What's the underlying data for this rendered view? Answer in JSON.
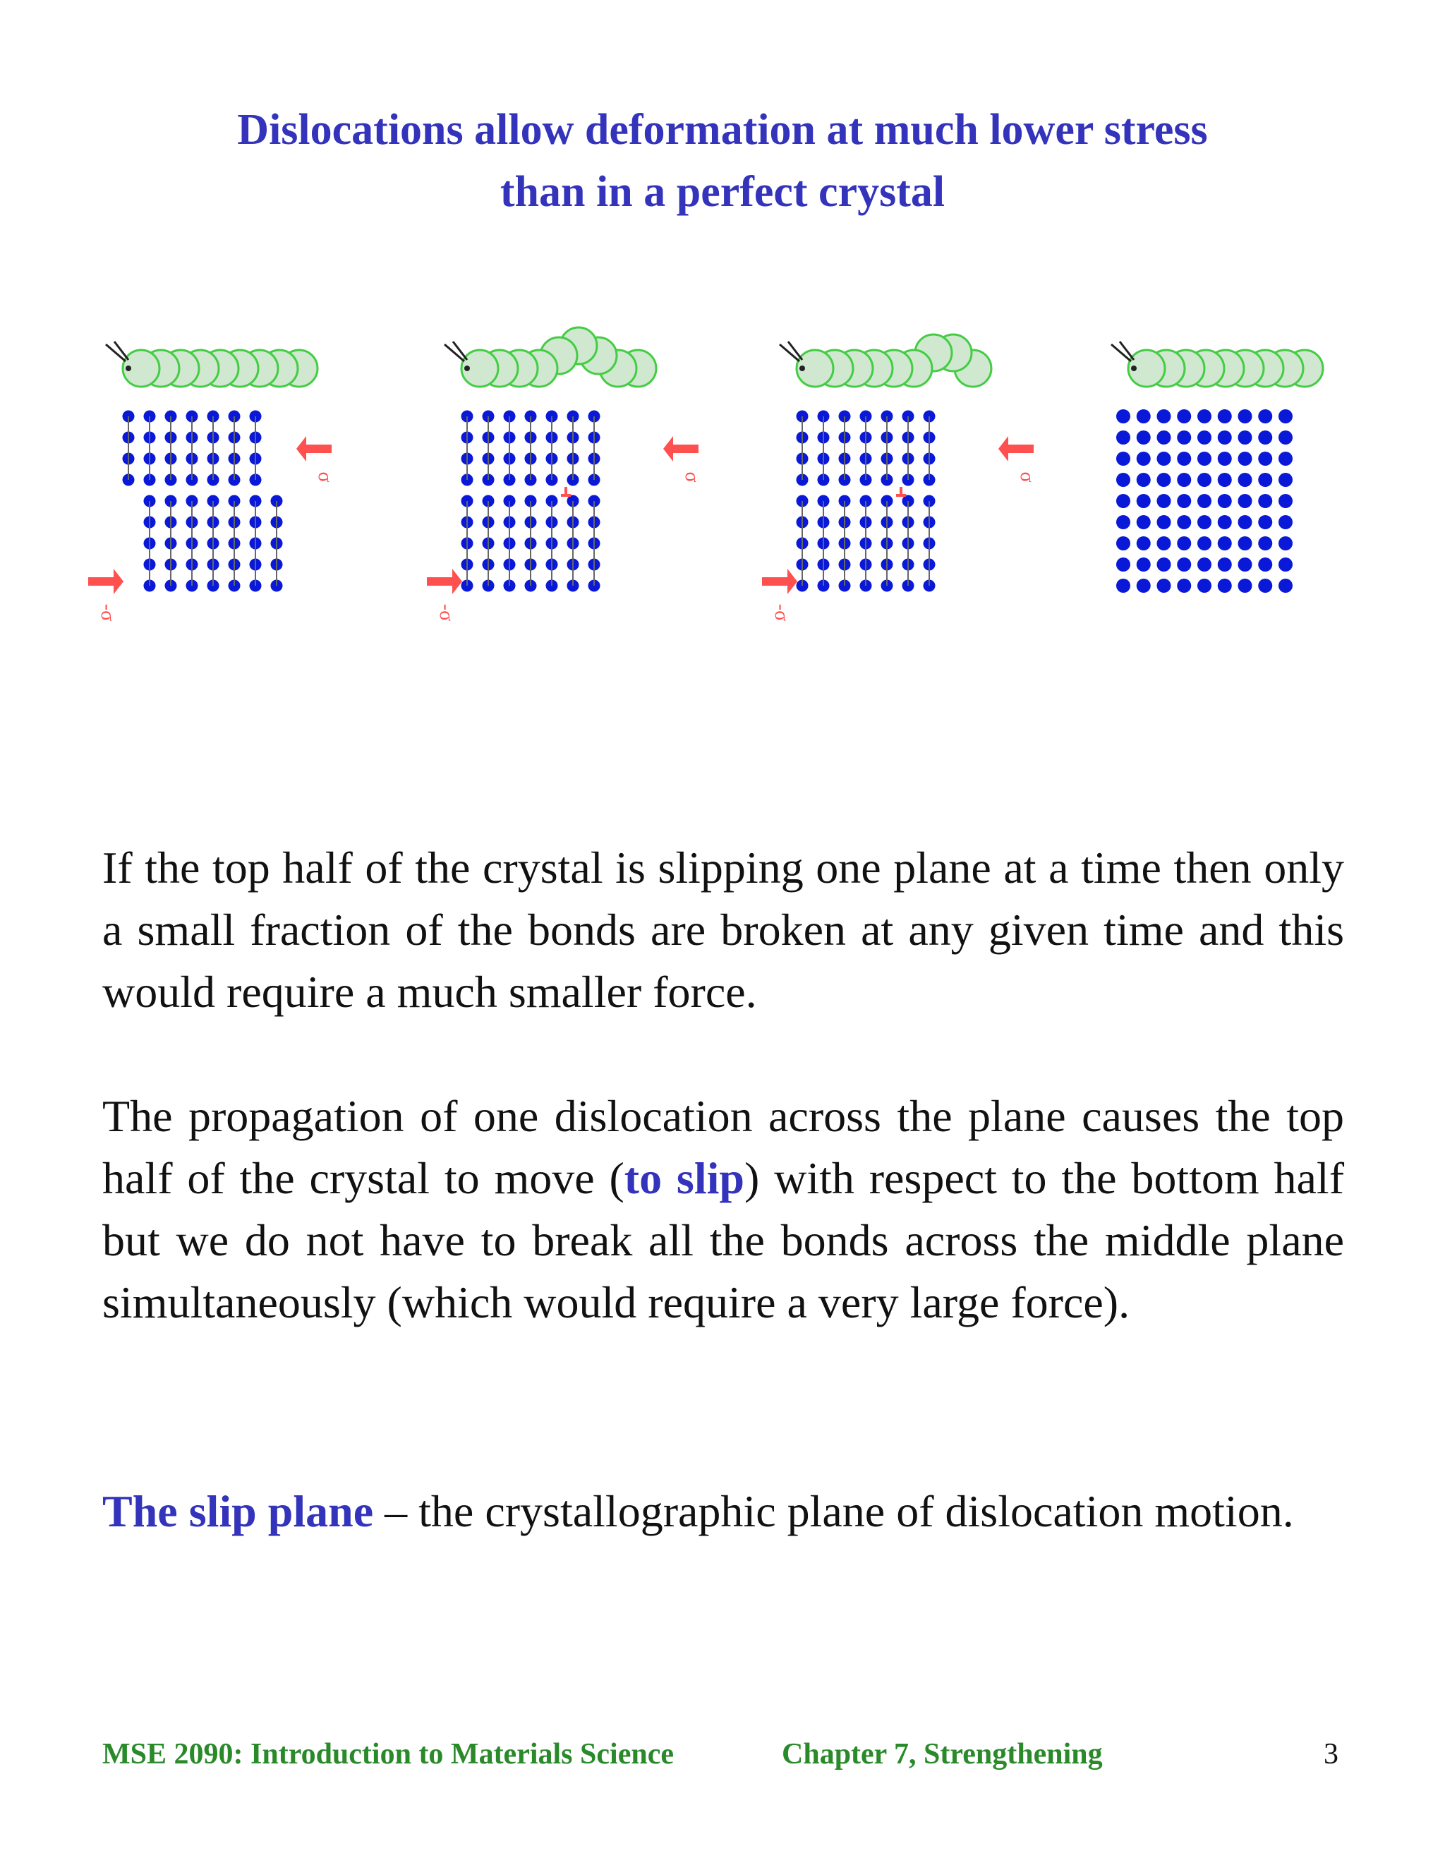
{
  "title": {
    "line1": "Dislocations allow deformation at much lower stress",
    "line2": "than in a perfect crystal"
  },
  "figure": {
    "panels": 4,
    "stress_label": "σ",
    "neg_stress_label": "-σ",
    "colors": {
      "atom": "#0a18d8",
      "bond": "#666666",
      "arrow": "#ff5050",
      "caterpillar": "#cfe8cf",
      "caterpillar_edge": "#44cc44"
    }
  },
  "paragraphs": {
    "p1": "If the top half of the crystal is slipping one plane at a time then only a small fraction of the bonds are broken at any given time and this would require a much smaller force.",
    "p2_before": "The propagation of one dislocation across the plane causes the top half of the crystal to move (",
    "p2_highlight": "to slip",
    "p2_after": ") with respect to the bottom half but we do not have to break all the bonds across the middle plane simultaneously (which would require a very large force).",
    "p3_highlight": "The slip plane",
    "p3_after": " – the crystallographic plane of dislocation motion."
  },
  "footer": {
    "course": "MSE 2090: Introduction to Materials Science",
    "chapter": "Chapter 7, Strengthening",
    "page": "3"
  }
}
